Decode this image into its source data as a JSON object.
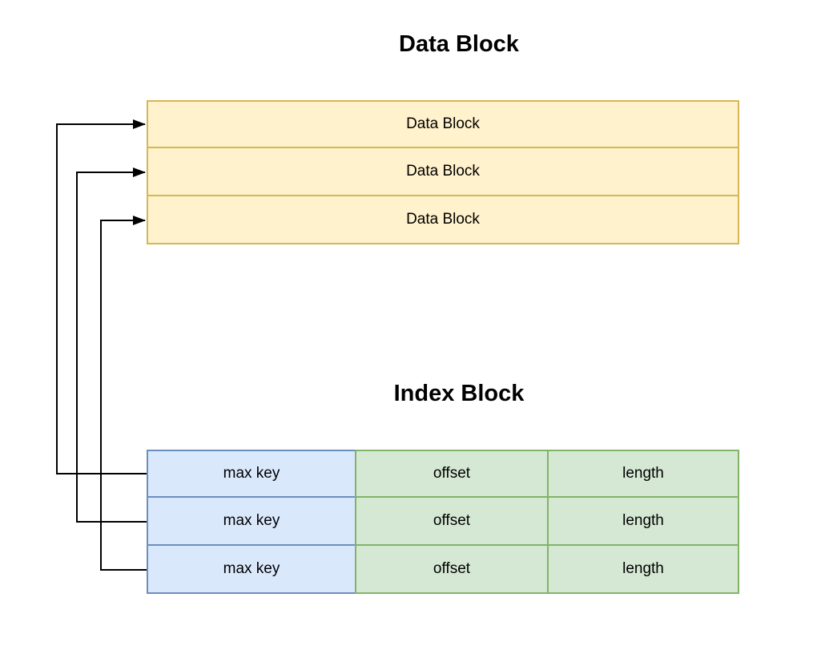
{
  "titles": {
    "data_block": "Data Block",
    "index_block": "Index Block"
  },
  "data_block": {
    "rows": [
      "Data Block",
      "Data Block",
      "Data Block"
    ],
    "fill": "#FFF2CC",
    "stroke": "#D6B656"
  },
  "index_block": {
    "rows": [
      {
        "max_key": "max key",
        "offset": "offset",
        "length": "length"
      },
      {
        "max_key": "max key",
        "offset": "offset",
        "length": "length"
      },
      {
        "max_key": "max key",
        "offset": "offset",
        "length": "length"
      }
    ],
    "key_cell": {
      "fill": "#DAE8FC",
      "stroke": "#6C8EBF"
    },
    "value_cell": {
      "fill": "#D5E8D4",
      "stroke": "#82B366"
    }
  },
  "arrows": {
    "color": "#000000",
    "links": [
      {
        "from": "index-row-1",
        "to": "data-block-row-1"
      },
      {
        "from": "index-row-2",
        "to": "data-block-row-2"
      },
      {
        "from": "index-row-3",
        "to": "data-block-row-3"
      }
    ]
  }
}
